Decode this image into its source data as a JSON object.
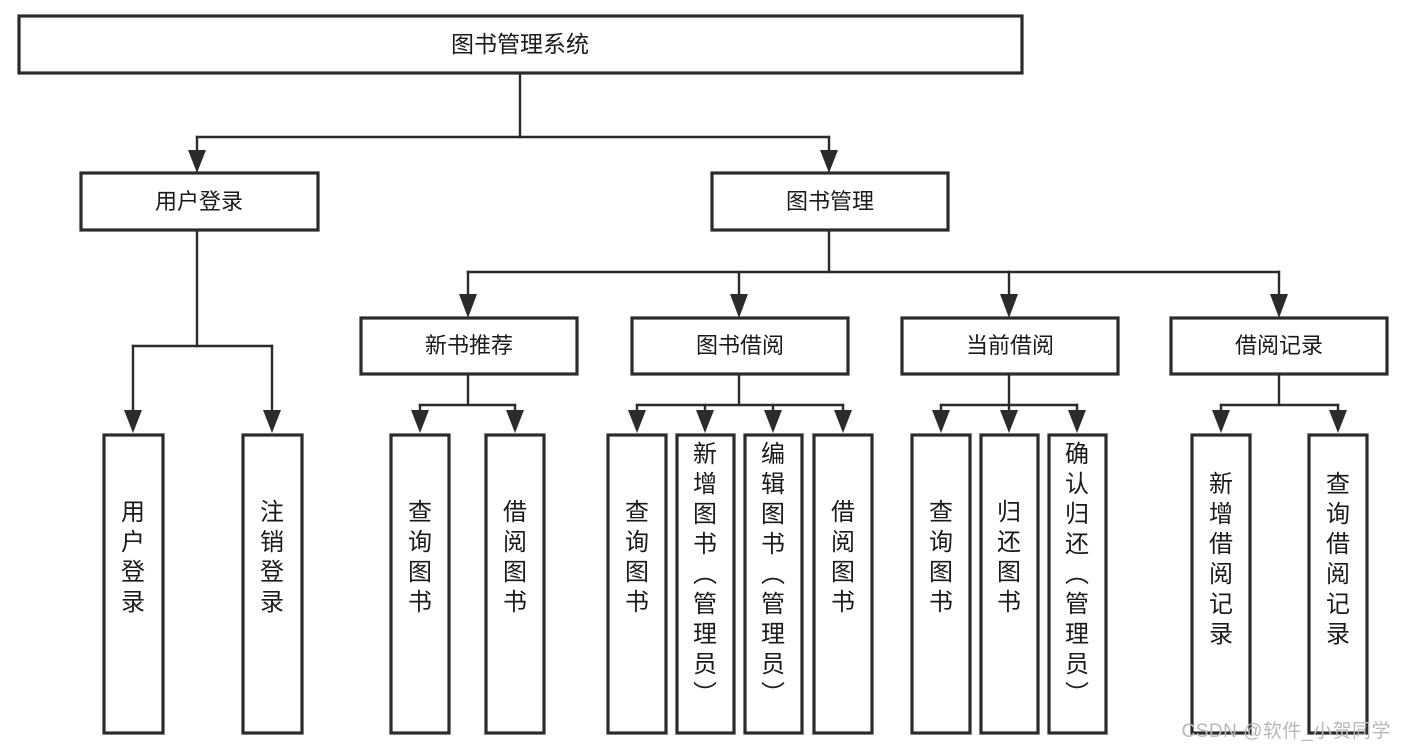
{
  "diagram": {
    "type": "tree",
    "title": "图书管理系统",
    "watermark": "CSDN @软件_小贺同学",
    "root": {
      "id": "root",
      "label": "图书管理系统"
    },
    "level2": [
      {
        "id": "user-login",
        "label": "用户登录"
      },
      {
        "id": "book-manage",
        "label": "图书管理"
      }
    ],
    "level3": [
      {
        "id": "new-book-recommend",
        "label": "新书推荐",
        "parent": "book-manage"
      },
      {
        "id": "book-borrow",
        "label": "图书借阅",
        "parent": "book-manage"
      },
      {
        "id": "current-borrow",
        "label": "当前借阅",
        "parent": "book-manage"
      },
      {
        "id": "borrow-record",
        "label": "借阅记录",
        "parent": "book-manage"
      }
    ],
    "leaves": [
      {
        "id": "leaf-user-login",
        "label": "用户登录",
        "parent": "user-login"
      },
      {
        "id": "leaf-user-logout",
        "label": "注销登录",
        "parent": "user-login"
      },
      {
        "id": "leaf-query-book-1",
        "label": "查询图书",
        "parent": "new-book-recommend"
      },
      {
        "id": "leaf-borrow-book-1",
        "label": "借阅图书",
        "parent": "new-book-recommend"
      },
      {
        "id": "leaf-query-book-2",
        "label": "查询图书",
        "parent": "book-borrow"
      },
      {
        "id": "leaf-add-book",
        "label": "新增图书（管理员）",
        "parent": "book-borrow"
      },
      {
        "id": "leaf-edit-book",
        "label": "编辑图书（管理员）",
        "parent": "book-borrow"
      },
      {
        "id": "leaf-borrow-book-2",
        "label": "借阅图书",
        "parent": "book-borrow"
      },
      {
        "id": "leaf-query-book-3",
        "label": "查询图书",
        "parent": "current-borrow"
      },
      {
        "id": "leaf-return-book",
        "label": "归还图书",
        "parent": "current-borrow"
      },
      {
        "id": "leaf-confirm-return",
        "label": "确认归还（管理员）",
        "parent": "current-borrow"
      },
      {
        "id": "leaf-add-record",
        "label": "新增借阅记录",
        "parent": "borrow-record"
      },
      {
        "id": "leaf-query-record",
        "label": "查询借阅记录",
        "parent": "borrow-record"
      }
    ],
    "colors": {
      "box_stroke": "#2b2b2b",
      "box_fill": "#ffffff",
      "text": "#1a1a1a",
      "link": "#2b2b2b",
      "watermark": "#b9b9b9",
      "background": "#ffffff"
    }
  }
}
